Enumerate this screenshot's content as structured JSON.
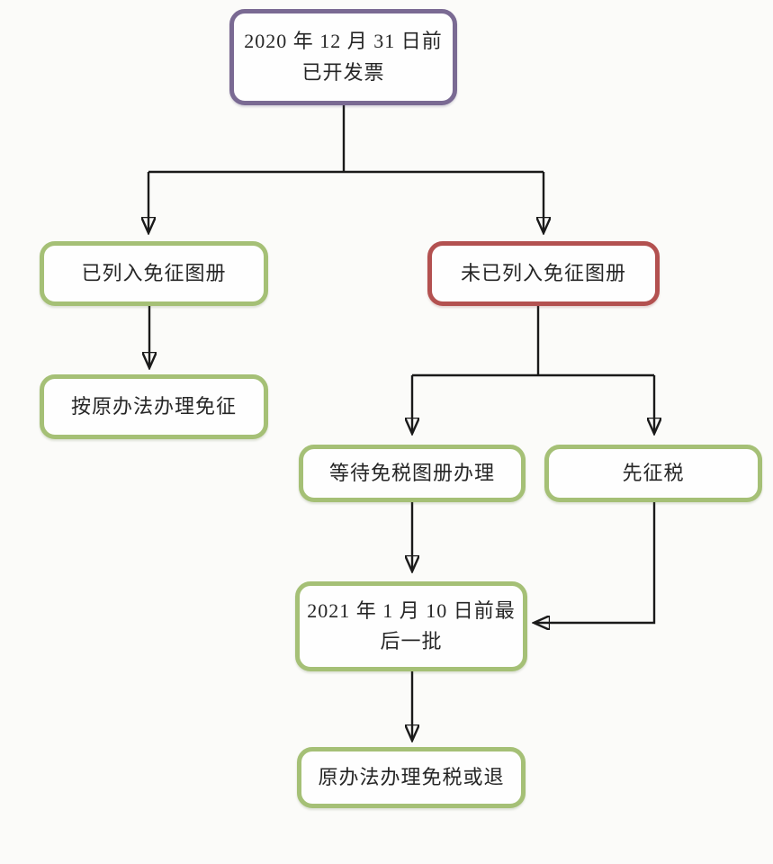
{
  "diagram_title": "invoice-tax-exemption-flowchart",
  "colors": {
    "background": "#fbfbf9",
    "box_fill": "#fefefe",
    "purple_border": "#7a6a93",
    "green_border": "#a5c076",
    "red_border": "#b35150",
    "arrow": "#1a1a1a",
    "text": "#262626"
  },
  "nodes": {
    "invoiced": {
      "line1": "2020 年 12 月 31 日前",
      "line2": "已开发票"
    },
    "listed": {
      "label": "已列入免征图册"
    },
    "not_listed": {
      "label": "未已列入免征图册"
    },
    "original_method": {
      "label": "按原办法办理免征"
    },
    "wait_register": {
      "label": "等待免税图册办理"
    },
    "tax_first": {
      "label": "先征税"
    },
    "deadline": {
      "line1": "2021 年 1 月 10 日前最",
      "line2": "后一批"
    },
    "final": {
      "label": "原办法办理免税或退"
    }
  }
}
